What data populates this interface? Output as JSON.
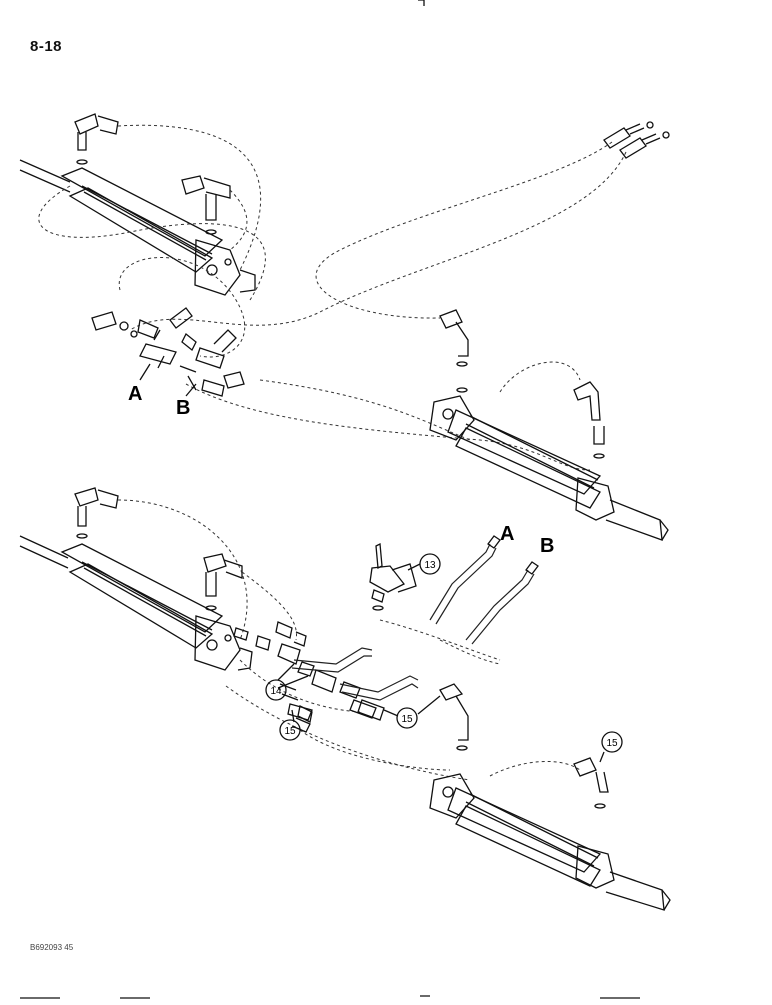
{
  "page": {
    "number": "8-18",
    "reference_code": "B692093 45"
  },
  "letters": {
    "a": "A",
    "b": "B"
  },
  "callouts": {
    "c13": "13",
    "c14": "14",
    "c15": "15"
  },
  "colors": {
    "ink": "#111111",
    "background": "#ffffff"
  }
}
